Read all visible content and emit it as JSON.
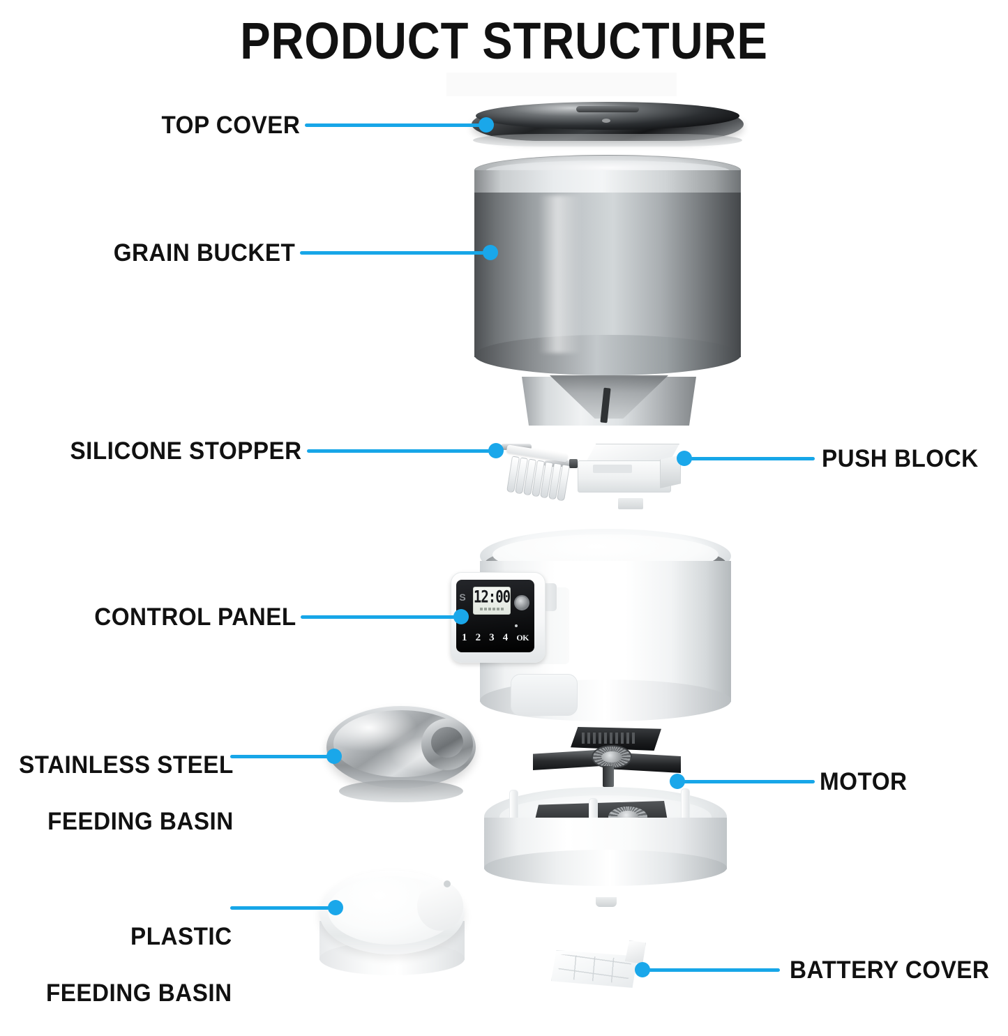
{
  "page": {
    "title": "PRODUCT STRUCTURE",
    "accent_color": "#1aa7ea",
    "text_color": "#111111",
    "background_color": "#ffffff"
  },
  "callouts": [
    {
      "id": "top-cover",
      "label": "TOP COVER",
      "side": "left"
    },
    {
      "id": "grain-bucket",
      "label": "GRAIN BUCKET",
      "side": "left"
    },
    {
      "id": "silicone-stopper",
      "label": "SILICONE STOPPER",
      "side": "left"
    },
    {
      "id": "push-block",
      "label": "PUSH BLOCK",
      "side": "right"
    },
    {
      "id": "control-panel",
      "label": "CONTROL PANEL",
      "side": "left"
    },
    {
      "id": "stainless-steel-basin",
      "label": "STAINLESS STEEL",
      "label_line2": "FEEDING BASIN",
      "side": "left"
    },
    {
      "id": "motor",
      "label": "MOTOR",
      "side": "right"
    },
    {
      "id": "plastic-basin",
      "label": "PLASTIC",
      "label_line2": "FEEDING BASIN",
      "side": "left"
    },
    {
      "id": "battery-cover",
      "label": "BATTERY COVER",
      "side": "right"
    }
  ],
  "control_panel": {
    "display_time": "12:00",
    "keys": [
      "1",
      "2",
      "3",
      "4",
      "OK"
    ],
    "signal_icon": "S",
    "clock_icon": "clock-dial"
  }
}
